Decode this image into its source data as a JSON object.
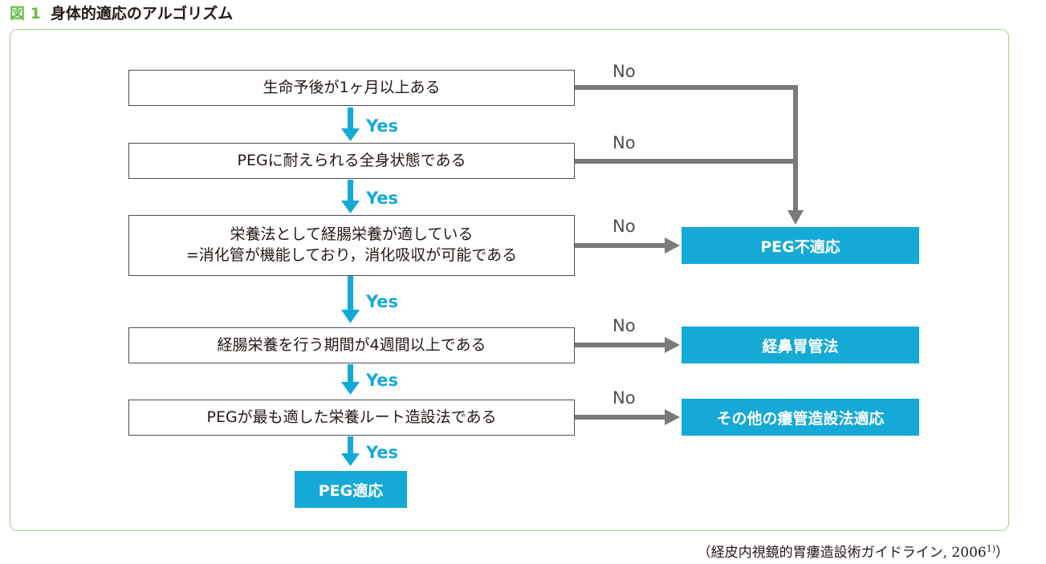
{
  "figure": {
    "number": "図 1",
    "title": "身体的適応のアルゴリズム"
  },
  "steps": [
    {
      "text": "生命予後が1ヶ月以上ある"
    },
    {
      "text": "PEGに耐えられる全身状態である"
    },
    {
      "text": "栄養法として経腸栄養が適している\n=消化管が機能しており，消化吸収が可能である"
    },
    {
      "text": "経腸栄養を行う期間が4週間以上である"
    },
    {
      "text": "PEGが最も適した栄養ルート造設法である"
    }
  ],
  "outcomes": {
    "peg_inappropriate": "PEG不適応",
    "nasogastric": "経鼻胃管法",
    "other_fistula": "その他の瘻管造設法適応",
    "peg_appropriate": "PEG適応"
  },
  "labels": {
    "yes": "Yes",
    "no": "No"
  },
  "source": {
    "text": "（経皮内視鏡的胃瘻造設術ガイドライン, 2006",
    "ref": "1)",
    "close": "）"
  },
  "colors": {
    "accent_blue": "#15a9d6",
    "gray_arrow": "#7a7a7a",
    "frame_green": "#9fd38a",
    "fig_num_green": "#6bbd45"
  }
}
